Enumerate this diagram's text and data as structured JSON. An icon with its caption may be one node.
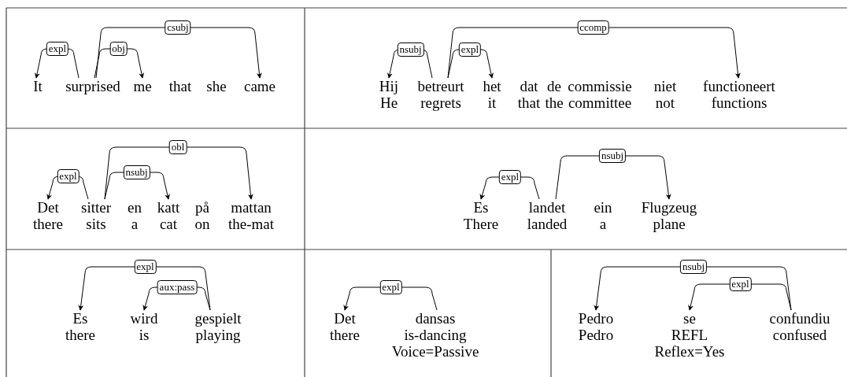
{
  "diagram": {
    "nodes": [
      {
        "text": [
          "It"
        ]
      },
      {
        "text": [
          "surprised"
        ]
      },
      {
        "text": [
          "me"
        ]
      },
      {
        "text": [
          "that"
        ]
      },
      {
        "text": [
          "she"
        ]
      },
      {
        "text": [
          "came"
        ]
      },
      {
        "text": [
          "Hij",
          "He"
        ]
      },
      {
        "text": [
          "betreurt",
          "regrets"
        ]
      },
      {
        "text": [
          "het",
          "it"
        ]
      },
      {
        "text": [
          "dat",
          "that"
        ]
      },
      {
        "text": [
          "de",
          "the"
        ]
      },
      {
        "text": [
          "commissie",
          "committee"
        ]
      },
      {
        "text": [
          "niet",
          "not"
        ]
      },
      {
        "text": [
          "functioneert",
          "functions"
        ]
      },
      {
        "text": [
          "Det",
          "there"
        ]
      },
      {
        "text": [
          "sitter",
          "sits"
        ]
      },
      {
        "text": [
          "en",
          "a"
        ]
      },
      {
        "text": [
          "katt",
          "cat"
        ]
      },
      {
        "text": [
          "på",
          "on"
        ]
      },
      {
        "text": [
          "mattan",
          "the-mat"
        ]
      },
      {
        "text": [
          "Es",
          "There"
        ]
      },
      {
        "text": [
          "landet",
          "landed"
        ]
      },
      {
        "text": [
          "ein",
          "a"
        ]
      },
      {
        "text": [
          "Flugzeug",
          "plane"
        ]
      },
      {
        "text": [
          "Es",
          "there"
        ]
      },
      {
        "text": [
          "wird",
          "is"
        ]
      },
      {
        "text": [
          "gespielt",
          "playing"
        ]
      },
      {
        "text": [
          "Det",
          "there"
        ]
      },
      {
        "text": [
          "dansas",
          "is-dancing",
          "Voice=Passive"
        ]
      },
      {
        "text": [
          "Pedro",
          "Pedro"
        ]
      },
      {
        "text": [
          "se",
          "REFL",
          "Reflex=Yes"
        ]
      },
      {
        "text": [
          "confundiu",
          "confused"
        ]
      }
    ],
    "edges": [
      {
        "from": 1,
        "to": 0,
        "arrow": "to",
        "label": "expl"
      },
      {
        "from": 1,
        "to": 2,
        "arrow": "to",
        "label": "obj"
      },
      {
        "from": 1,
        "to": 5,
        "arrow": "to",
        "label": "csubj"
      },
      {
        "from": 7,
        "to": 6,
        "arrow": "to",
        "label": "nsubj"
      },
      {
        "from": 7,
        "to": 8,
        "arrow": "to",
        "label": "expl"
      },
      {
        "from": 7,
        "to": 13,
        "arrow": "to",
        "label": "ccomp"
      },
      {
        "from": 15,
        "to": 14,
        "arrow": "to",
        "label": "expl"
      },
      {
        "from": 15,
        "to": 17,
        "arrow": "to",
        "label": "nsubj"
      },
      {
        "from": 15,
        "to": 19,
        "arrow": "to",
        "label": "obl"
      },
      {
        "from": 21,
        "to": 20,
        "arrow": "to",
        "label": "expl"
      },
      {
        "from": 21,
        "to": 23,
        "arrow": "to",
        "label": "nsubj"
      },
      {
        "from": 26,
        "to": 24,
        "arrow": "to",
        "label": "expl"
      },
      {
        "from": 26,
        "to": 25,
        "arrow": "to",
        "label": "aux:pass"
      },
      {
        "from": 28,
        "to": 27,
        "arrow": "to",
        "label": "expl"
      },
      {
        "from": 31,
        "to": 29,
        "arrow": "to",
        "label": "nsubj"
      },
      {
        "from": 31,
        "to": 30,
        "arrow": "to",
        "label": "expl"
      }
    ]
  }
}
